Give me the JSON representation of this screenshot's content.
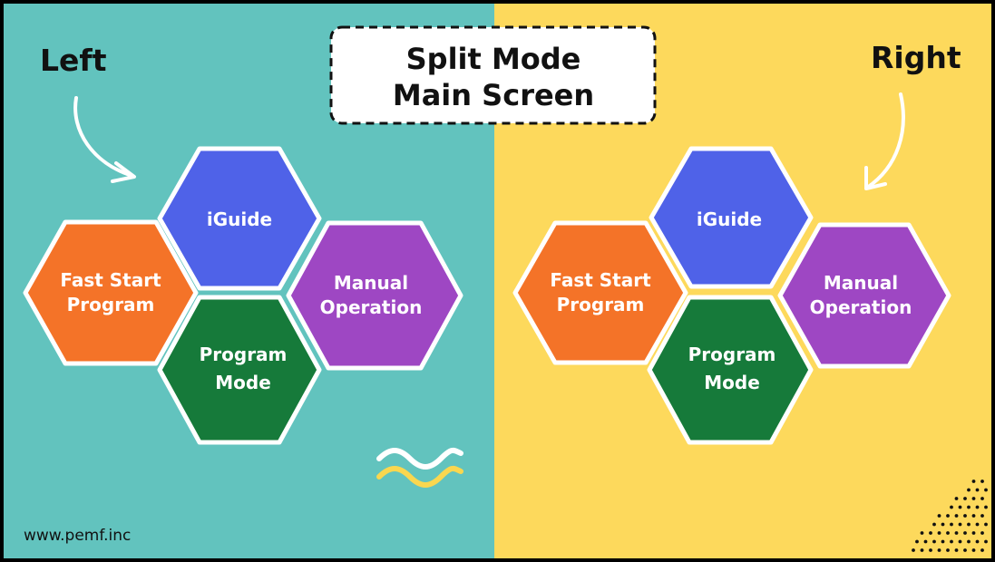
{
  "colors": {
    "left_bg": "#62c3be",
    "right_bg": "#fdd95c",
    "iguide": "#4f62e8",
    "fast_start": "#f47328",
    "manual": "#9e47c3",
    "program": "#167a3a",
    "hex_border": "#ffffff",
    "wave_white": "#ffffff",
    "wave_yellow": "#f9d74f",
    "dots": "#111111"
  },
  "title": {
    "line1": "Split Mode",
    "line2": "Main Screen"
  },
  "left": {
    "label": "Left",
    "hexes": {
      "iguide": {
        "line1": "iGuide"
      },
      "fast_start": {
        "line1": "Fast Start",
        "line2": "Program"
      },
      "manual": {
        "line1": "Manual",
        "line2": "Operation"
      },
      "program": {
        "line1": "Program",
        "line2": "Mode"
      }
    }
  },
  "right": {
    "label": "Right",
    "hexes": {
      "iguide": {
        "line1": "iGuide"
      },
      "fast_start": {
        "line1": "Fast Start",
        "line2": "Program"
      },
      "manual": {
        "line1": "Manual",
        "line2": "Operation"
      },
      "program": {
        "line1": "Program",
        "line2": "Mode"
      }
    }
  },
  "footer": {
    "url": "www.pemf.inc"
  },
  "icons": {
    "left_arrow": "curved-arrow-icon",
    "right_arrow": "curved-arrow-icon",
    "waves": "wave-decoration-icon",
    "dots": "dot-pattern-icon"
  }
}
